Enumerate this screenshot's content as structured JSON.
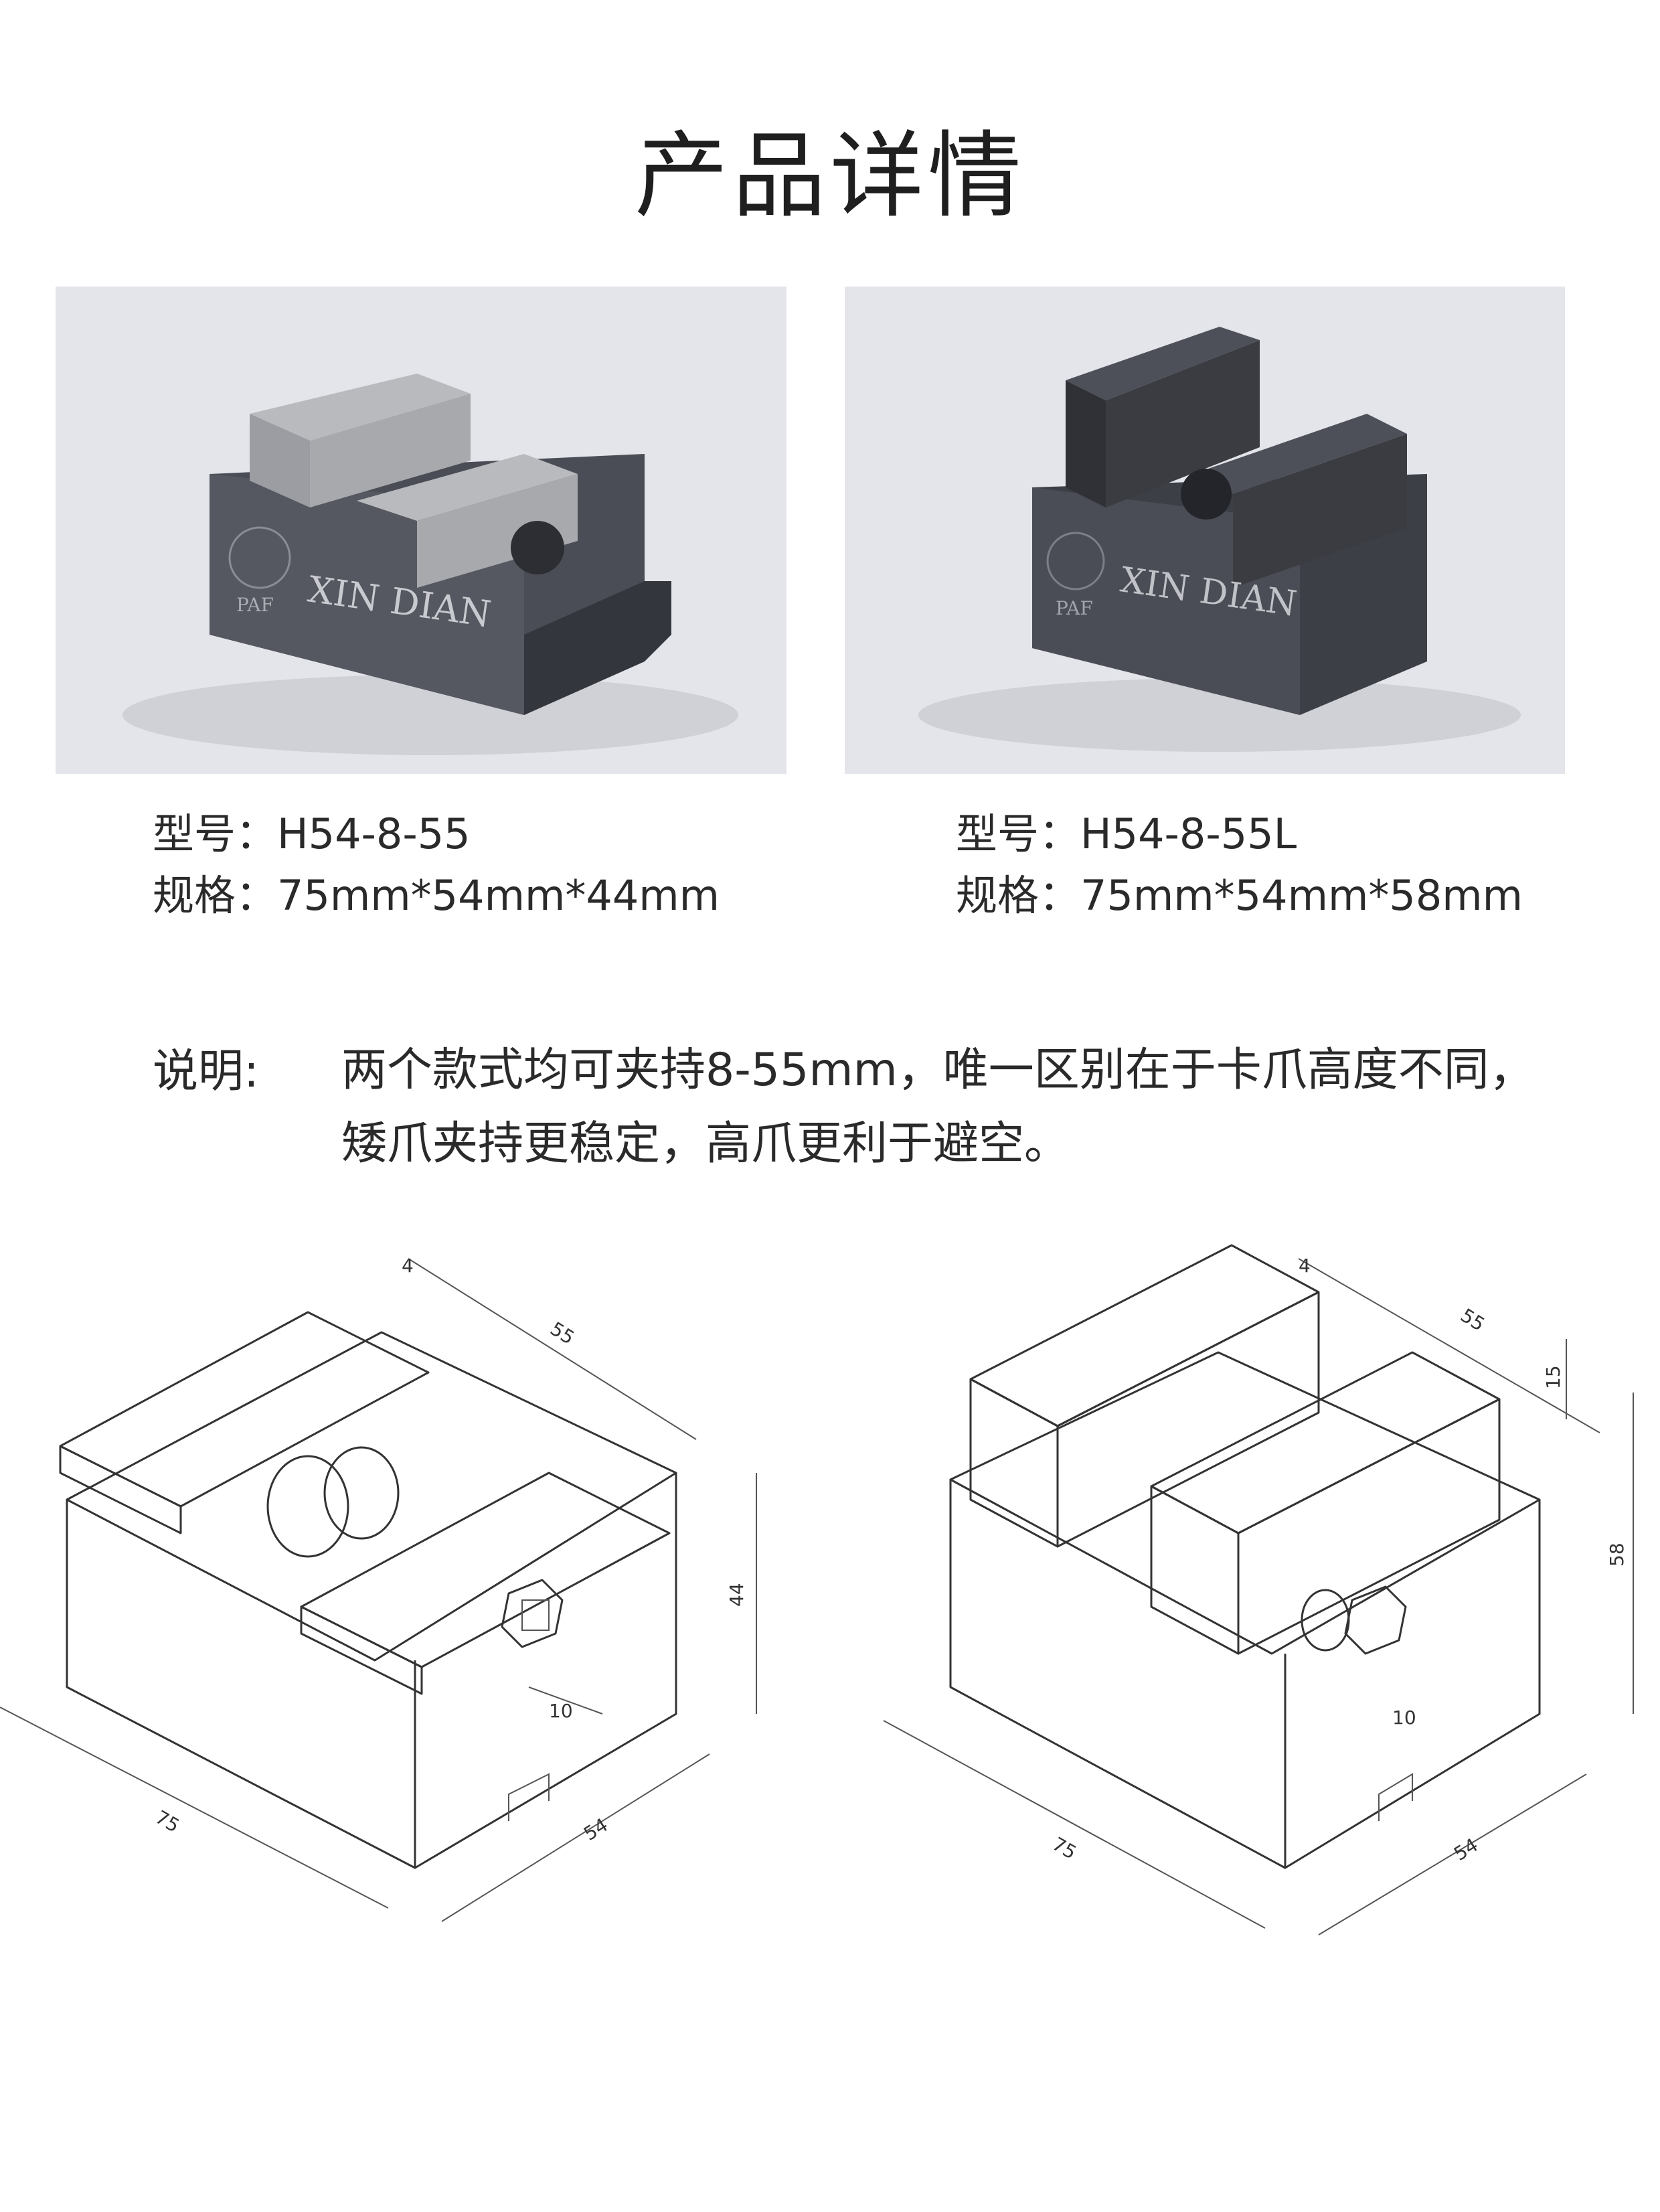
{
  "title": "产品详情",
  "products": [
    {
      "model_label": "型号：H54-8-55",
      "spec_label": "规格：75mm*54mm*44mm",
      "photo": {
        "brand_text": "XIN DIAN",
        "logo_text": "PAF",
        "body_color": "#4a4d55",
        "jaw_color": "#a7a9ad"
      }
    },
    {
      "model_label": "型号：H54-8-55L",
      "spec_label": "规格：75mm*54mm*58mm",
      "photo": {
        "brand_text": "XIN DIAN",
        "logo_text": "PAF",
        "body_color": "#3c3f46",
        "jaw_color": "#3a3c42"
      }
    }
  ],
  "note": {
    "label": "说明:",
    "line1": "两个款式均可夹持8-55mm，唯一区别在于卡爪高度不同，",
    "line2": "矮爪夹持更稳定，高爪更利于避空。"
  },
  "drawings": [
    {
      "dim_width": "55",
      "dim_length": "75",
      "dim_depth": "54",
      "dim_height": "44",
      "dim_hex": "10",
      "dim_top": "4"
    },
    {
      "dim_width": "55",
      "dim_length": "75",
      "dim_depth": "54",
      "dim_height": "58",
      "dim_hex": "10",
      "dim_top": "4",
      "dim_jaw": "15"
    }
  ]
}
